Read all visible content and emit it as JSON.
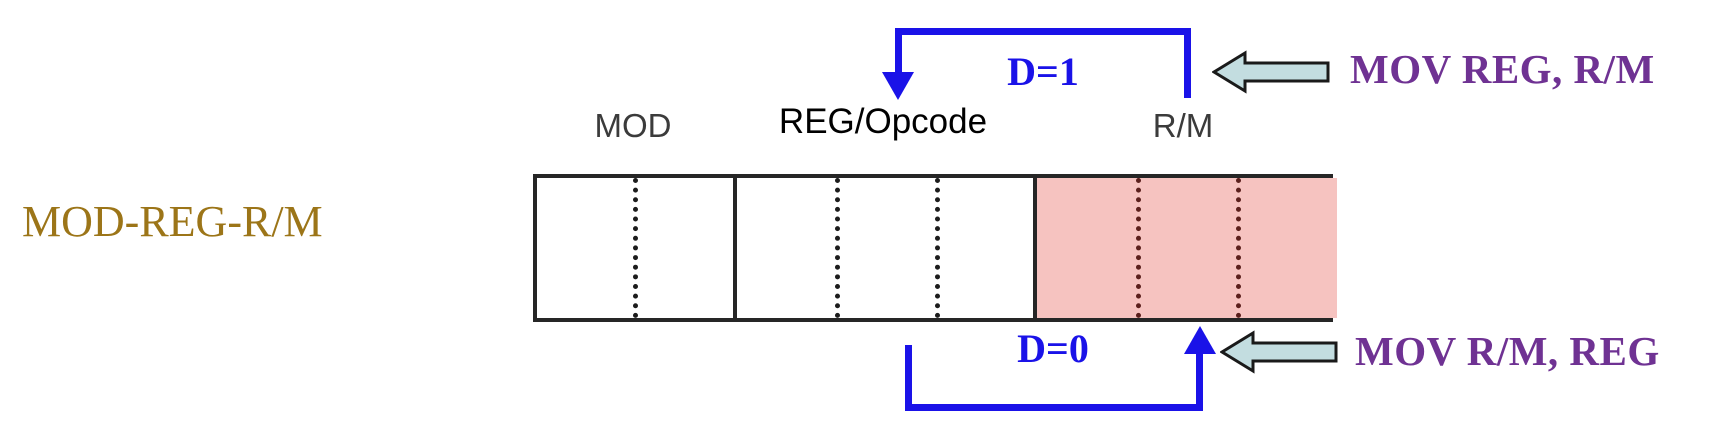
{
  "diagram": {
    "caption": "MOD-REG-R/M",
    "caption_color": "#9c7518",
    "accent_blue": "#1a12e8",
    "accent_purple": "#6f3293",
    "highlight_fill": "#f6c3c0",
    "arrow_fill": "#c3dde0",
    "byte_box": {
      "segments": [
        {
          "name": "MOD",
          "label": "MOD",
          "bits": 2,
          "filled": false
        },
        {
          "name": "REG/Opcode",
          "label": "REG/Opcode",
          "bits": 3,
          "filled": false
        },
        {
          "name": "R/M",
          "label": "R/M",
          "bits": 3,
          "filled": true
        }
      ]
    },
    "annotations": [
      {
        "id": "direction-to-reg",
        "flag_label": "D=1",
        "mnemonic": "MOV REG, R/M",
        "position": "top",
        "block_arrow_icon": "left-block-arrow-icon"
      },
      {
        "id": "direction-to-rm",
        "flag_label": "D=0",
        "mnemonic": "MOV R/M, REG",
        "position": "bottom",
        "block_arrow_icon": "left-block-arrow-icon"
      }
    ]
  }
}
